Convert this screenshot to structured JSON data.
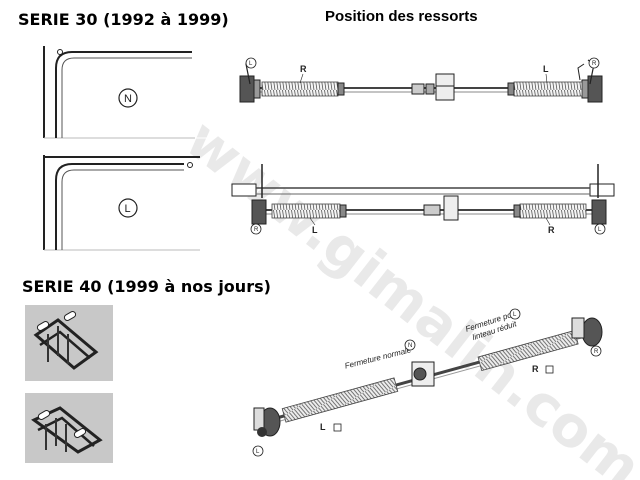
{
  "headings": {
    "serie30": "SERIE 30 (1992 à 1999)",
    "position": "Position des ressorts",
    "serie40": "SERIE 40 (1999 à nos jours)"
  },
  "door_profiles": {
    "top_label": "N",
    "bottom_label": "L"
  },
  "spring_diagrams": {
    "top": {
      "left_spring": "R",
      "right_spring": "L",
      "left_end": "L",
      "right_end": "R"
    },
    "bottom": {
      "left_spring": "L",
      "right_spring": "R",
      "left_end": "R",
      "right_end": "L"
    }
  },
  "iso_view": {
    "annotation_normal": "Fermeture normale",
    "annotation_normal_badge": "N",
    "annotation_reduced_1": "Fermeture pour",
    "annotation_reduced_2": "linteau réduit",
    "annotation_reduced_badge": "L",
    "spring_left": "L",
    "spring_right": "R",
    "end_left": "L",
    "end_right": "R"
  },
  "watermark": "www.gimalin.com"
}
